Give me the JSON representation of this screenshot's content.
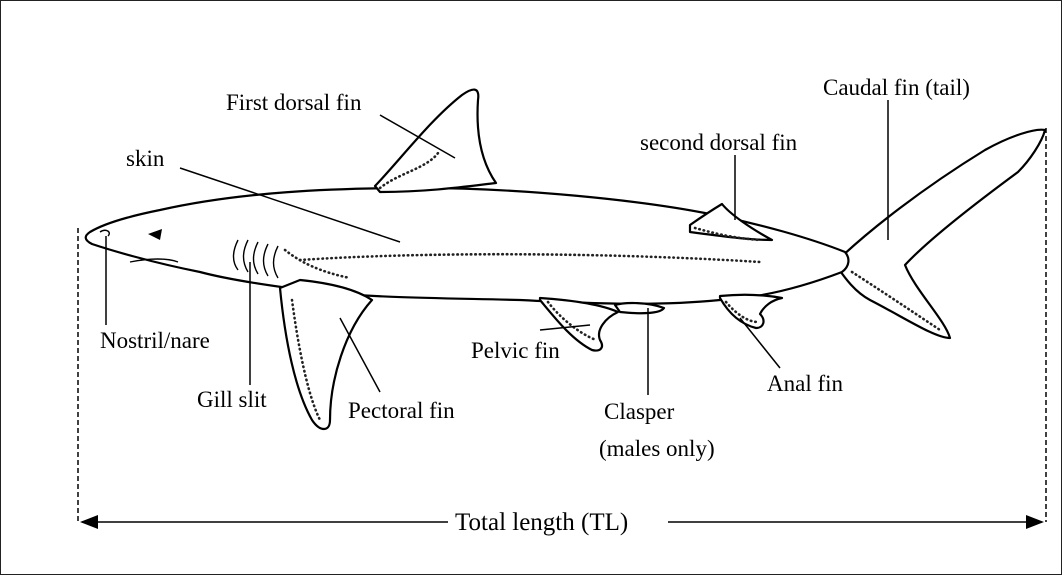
{
  "labels": {
    "first_dorsal_fin": "First dorsal fin",
    "caudal_fin": "Caudal fin (tail)",
    "second_dorsal_fin": "second dorsal fin",
    "skin": "skin",
    "nostril": "Nostril/nare",
    "gill_slit": "Gill slit",
    "pectoral_fin": "Pectoral fin",
    "pelvic_fin": "Pelvic fin",
    "clasper_line1": "Clasper",
    "clasper_line2": "(males only)",
    "anal_fin": "Anal fin",
    "total_length": "Total length (TL)"
  }
}
